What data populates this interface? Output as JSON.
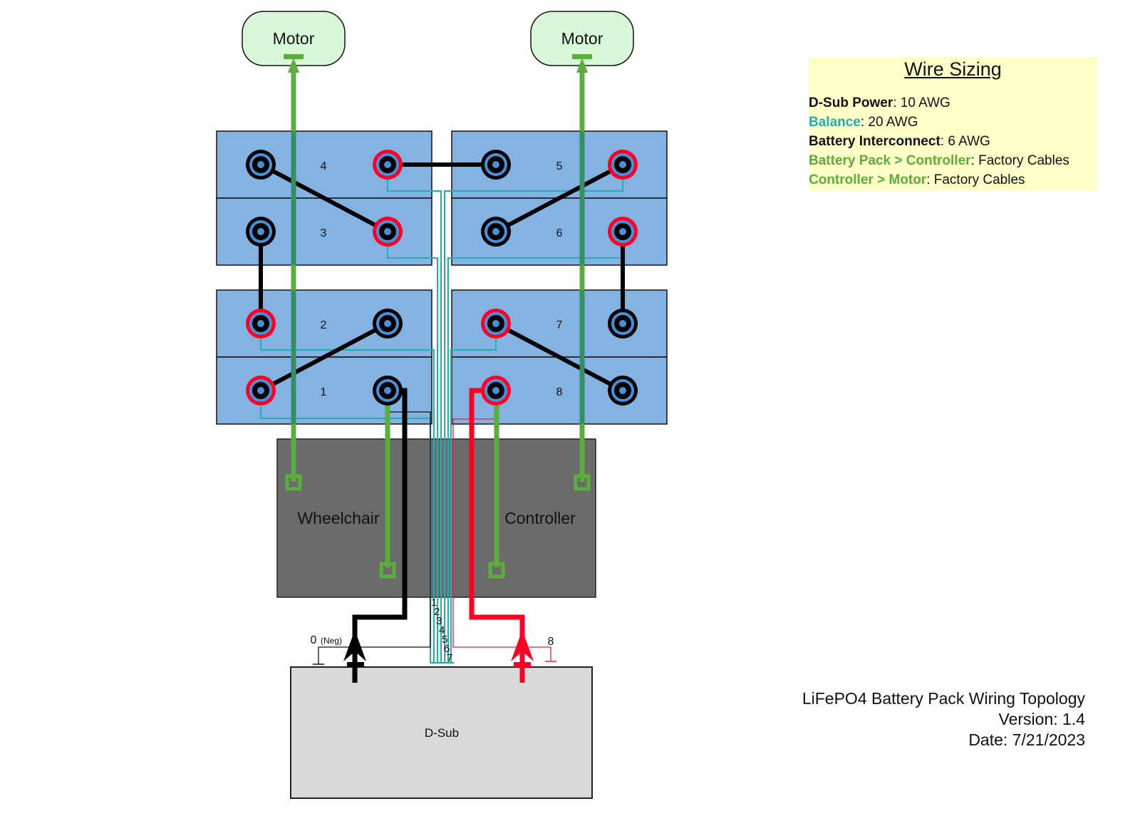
{
  "motors": [
    {
      "label": "Motor"
    },
    {
      "label": "Motor"
    }
  ],
  "batteries": [
    {
      "label": "1"
    },
    {
      "label": "2"
    },
    {
      "label": "3"
    },
    {
      "label": "4"
    },
    {
      "label": "5"
    },
    {
      "label": "6"
    },
    {
      "label": "7"
    },
    {
      "label": "8"
    }
  ],
  "controller": {
    "label_left": "Wheelchair",
    "label_right": "Controller"
  },
  "dsub": {
    "label": "D-Sub"
  },
  "balance_pins": [
    "1",
    "2",
    "3",
    "4",
    "5",
    "6",
    "7"
  ],
  "neg_pin": {
    "number": "0",
    "note": "(Neg)"
  },
  "pos_pin": {
    "number": "8"
  },
  "legend": {
    "title": "Wire Sizing",
    "rows": [
      {
        "key": "D-Sub Power",
        "value": ": 10 AWG",
        "color": "#111111"
      },
      {
        "key": "Balance",
        "value": ": 20 AWG",
        "color": "#1fb0b0"
      },
      {
        "key": "Battery Interconnect",
        "value": ": 6 AWG",
        "color": "#111111"
      },
      {
        "key": "Battery Pack > Controller",
        "value": ": Factory Cables",
        "color": "#5aae3c"
      },
      {
        "key": "Controller > Motor",
        "value": ": Factory Cables",
        "color": "#5aae3c"
      }
    ]
  },
  "info": {
    "title": "LiFePO4 Battery Pack Wiring Topology",
    "version": "Version: 1.4",
    "date": "Date: 7/21/2023"
  },
  "colors": {
    "battery": "#84b3e2",
    "controller": "#6b6b6b",
    "dsub": "#d9d9d9",
    "motor": "#d9f7d9",
    "positive": "#ff0022",
    "negative": "#000000",
    "balance": "#1fb0b0",
    "factory": "#5aae3c",
    "legend_bg": "#ffffc8"
  }
}
